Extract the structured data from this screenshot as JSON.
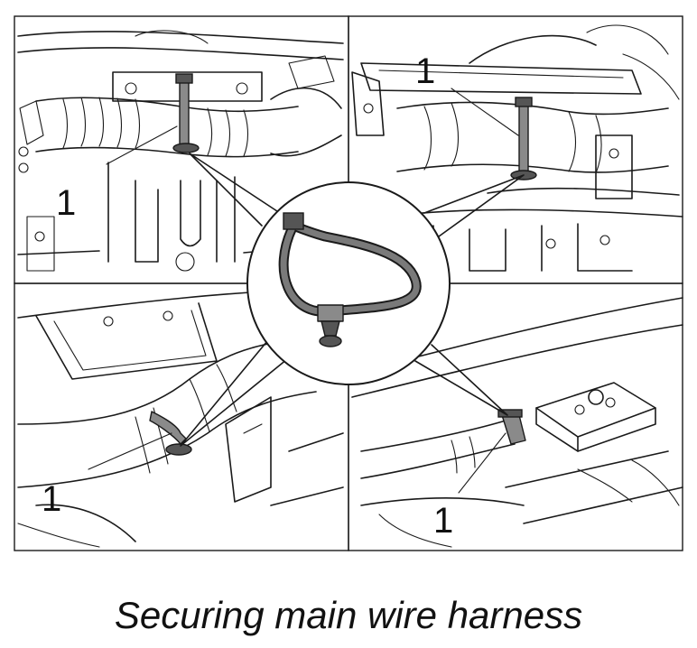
{
  "figure": {
    "caption": "Securing main wire harness",
    "callouts": [
      {
        "id": "top-left",
        "label": "1"
      },
      {
        "id": "top-right",
        "label": "1"
      },
      {
        "id": "bottom-left",
        "label": "1"
      },
      {
        "id": "bottom-right",
        "label": "1"
      }
    ],
    "parts": [
      {
        "name": "wire-harness-clip",
        "label": "1"
      }
    ]
  }
}
